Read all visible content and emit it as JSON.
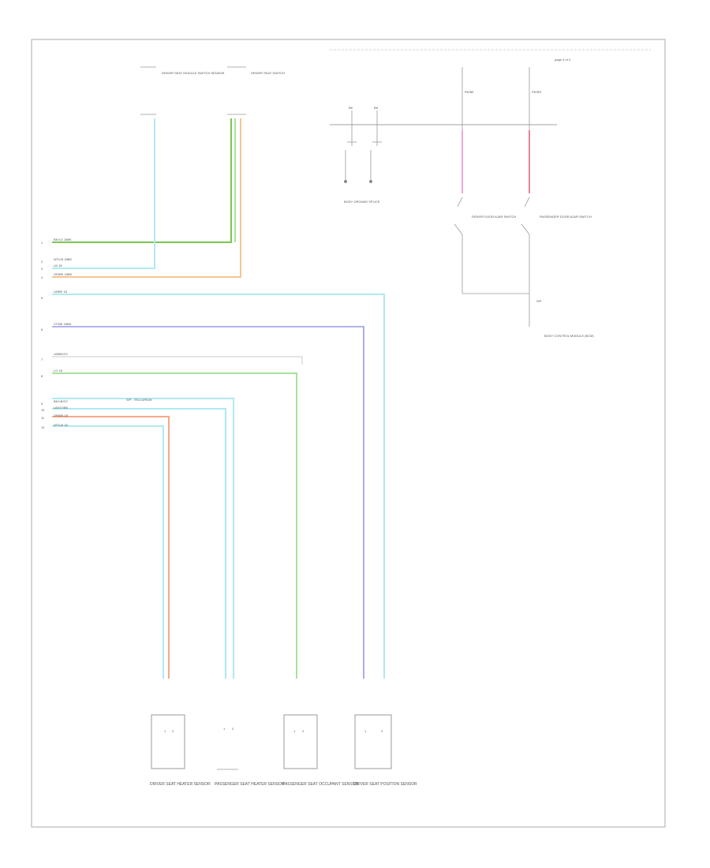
{
  "page_ref": "page 4 of 4",
  "footer_code": "",
  "wire_labels": {
    "lg_bk_top": "BK/LG 18BK",
    "lb_wt_top": "WT/LB 18BK",
    "lb_1": "LB 18",
    "or_bk": "OR/BK 18BK",
    "lb_bk_long": "LB/BK 18",
    "vt_bk": "VT/BK 18BK",
    "bk_gy": "LB/BK/GY",
    "lg_18": "LG 18",
    "bk_lb_1": "BK/LB/GY",
    "lb_gy": "LB/GY/BK",
    "or_bk_2": "OR/BK 18",
    "wt_lb": "WT/LB 18",
    "splice": "S/P - TELLURIUM"
  },
  "pin_numbers": [
    "1",
    "2",
    "3",
    "4",
    "5",
    "6",
    "7",
    "8",
    "9",
    "10",
    "11",
    "12"
  ],
  "top_connectors": {
    "left": "DRIVER SEAT MODULE SWITCH SENSOR",
    "right": "DRIVER SEAT SWITCH"
  },
  "ground_block": {
    "label": "BODY GROUND SPLICE",
    "pins": [
      "BK",
      "BK"
    ]
  },
  "door_switches": [
    {
      "label": "DRIVER DOOR AJAR SWITCH",
      "wire": "PK/BK"
    },
    {
      "label": "PASSENGER DOOR AJAR SWITCH",
      "wire": "PK/RD"
    }
  ],
  "switch_splice": "S/P",
  "bottom_right_note": "BODY CONTROL MODULE (BCM)",
  "bottom_components": [
    {
      "label": "DRIVER SEAT HEATER SENSOR",
      "pins": [
        "1",
        "2"
      ]
    },
    {
      "label": "PASSENGER SEAT HEATER SENSOR",
      "pins": [
        "1",
        "2"
      ]
    },
    {
      "label": "PASSENGER SEAT OCCUPANT SENSOR",
      "pins": [
        "1",
        "2"
      ]
    },
    {
      "label": "DRIVER SEAT POSITION SENSOR",
      "pins": [
        "1",
        "2"
      ]
    }
  ],
  "colors": {
    "cyan": "#aeeaf0",
    "green": "#7ac74f",
    "lightgreen": "#a6e39a",
    "orange": "#f5c58f",
    "violet": "#9898e8",
    "pink": "#f29fd4",
    "rose": "#e9748e",
    "salmon": "#f6a98a"
  }
}
